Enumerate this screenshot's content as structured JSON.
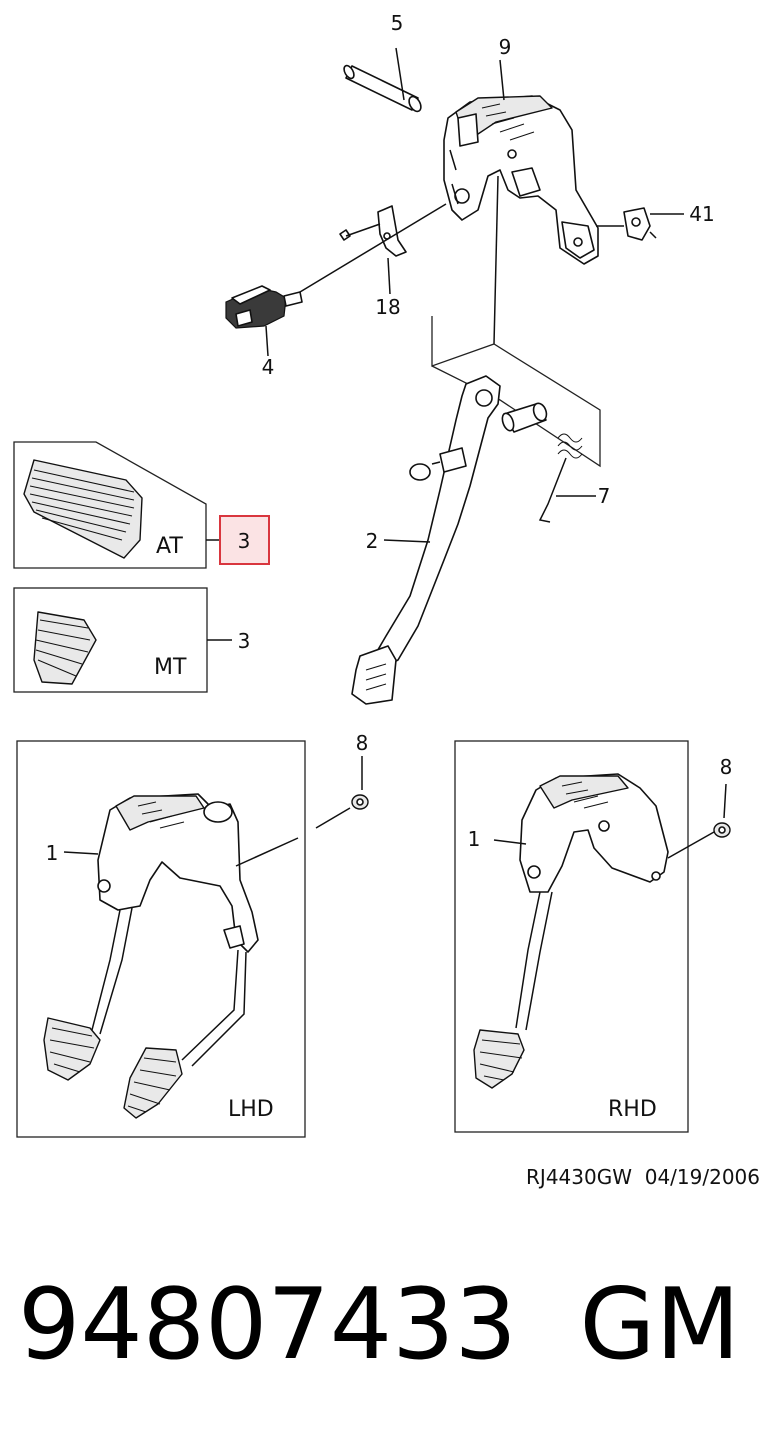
{
  "callouts": {
    "c5": "5",
    "c9": "9",
    "c41": "41",
    "c18": "18",
    "c4": "4",
    "c7": "7",
    "c2": "2",
    "c3_at": "3",
    "c3_mt": "3",
    "c8_left": "8",
    "c8_right": "8",
    "c1_left": "1",
    "c1_right": "1"
  },
  "boxes": {
    "at_label": "AT",
    "mt_label": "MT",
    "lhd_label": "LHD",
    "rhd_label": "RHD"
  },
  "highlight_color": "#d9363e",
  "highlight_fill": "#fbe3e4",
  "reference": "RJ4430GW  04/19/2006",
  "part_number": "94807433",
  "brand": "GM"
}
